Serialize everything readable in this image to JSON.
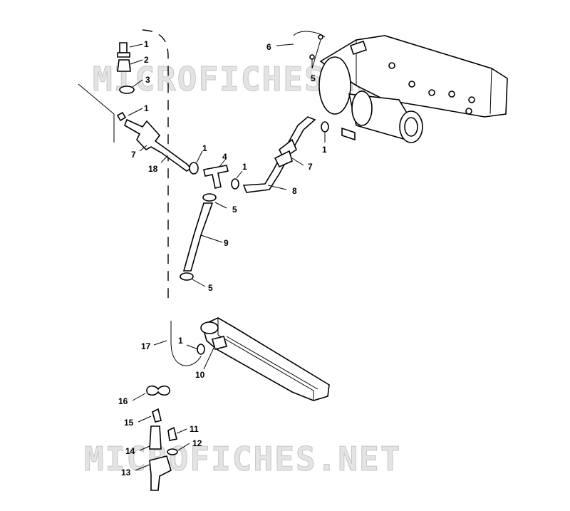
{
  "watermark": {
    "upper": "MICROFICHES.NET",
    "lower": "MICROFICHES.NET"
  },
  "callouts": {
    "c1_top": "1",
    "c2": "2",
    "c3": "3",
    "c1_left": "1",
    "c7_left": "7",
    "c18": "18",
    "c1_mid": "1",
    "c4": "4",
    "c1_mid2": "1",
    "c5_mid": "5",
    "c9": "9",
    "c5_bot": "5",
    "c6": "6",
    "c5_top": "5",
    "c1_right": "1",
    "c7_right": "7",
    "c8": "8",
    "c17": "17",
    "c1_lower": "1",
    "c10": "10",
    "c16": "16",
    "c15": "15",
    "c11": "11",
    "c14": "14",
    "c12": "12",
    "c13": "13"
  }
}
